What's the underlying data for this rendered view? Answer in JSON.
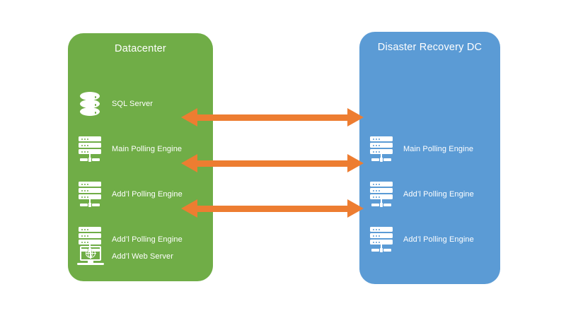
{
  "diagram": {
    "title": "Datacenter / Disaster Recovery DC replication diagram",
    "colors": {
      "primary_zone": "#70AD47",
      "secondary_zone": "#5B9BD5",
      "arrow": "#ED7D31",
      "background": "#FFFFFF",
      "text": "#FFFFFF"
    },
    "zones": [
      {
        "id": "datacenter",
        "title": "Datacenter",
        "color": "#70AD47",
        "nodes": [
          {
            "label": "SQL Server",
            "icon": "database-icon"
          },
          {
            "label": "Main Polling Engine",
            "icon": "server-icon"
          },
          {
            "label": "Add’l Polling Engine",
            "icon": "server-icon"
          },
          {
            "label": "Add’l Polling Engine",
            "icon": "server-icon"
          },
          {
            "label": "Add’l Web Server",
            "icon": "web-server-icon"
          }
        ]
      },
      {
        "id": "disaster-recovery-dc",
        "title": "Disaster Recovery DC",
        "color": "#5B9BD5",
        "nodes": [
          {
            "label": "Main Polling Engine",
            "icon": "server-icon"
          },
          {
            "label": "Add’l Polling Engine",
            "icon": "server-icon"
          },
          {
            "label": "Add’l Polling Engine",
            "icon": "server-icon"
          }
        ]
      }
    ],
    "connections": [
      {
        "id": "link-main-polling-engine",
        "from": "Main Polling Engine",
        "to": "Main Polling Engine",
        "direction": "bidirectional",
        "color": "#ED7D31"
      },
      {
        "id": "link-addl-polling-engine-1",
        "from": "Add’l Polling Engine",
        "to": "Add’l Polling Engine",
        "direction": "bidirectional",
        "color": "#ED7D31"
      },
      {
        "id": "link-addl-polling-engine-2",
        "from": "Add’l Polling Engine",
        "to": "Add’l Polling Engine",
        "direction": "bidirectional",
        "color": "#ED7D31"
      }
    ]
  }
}
